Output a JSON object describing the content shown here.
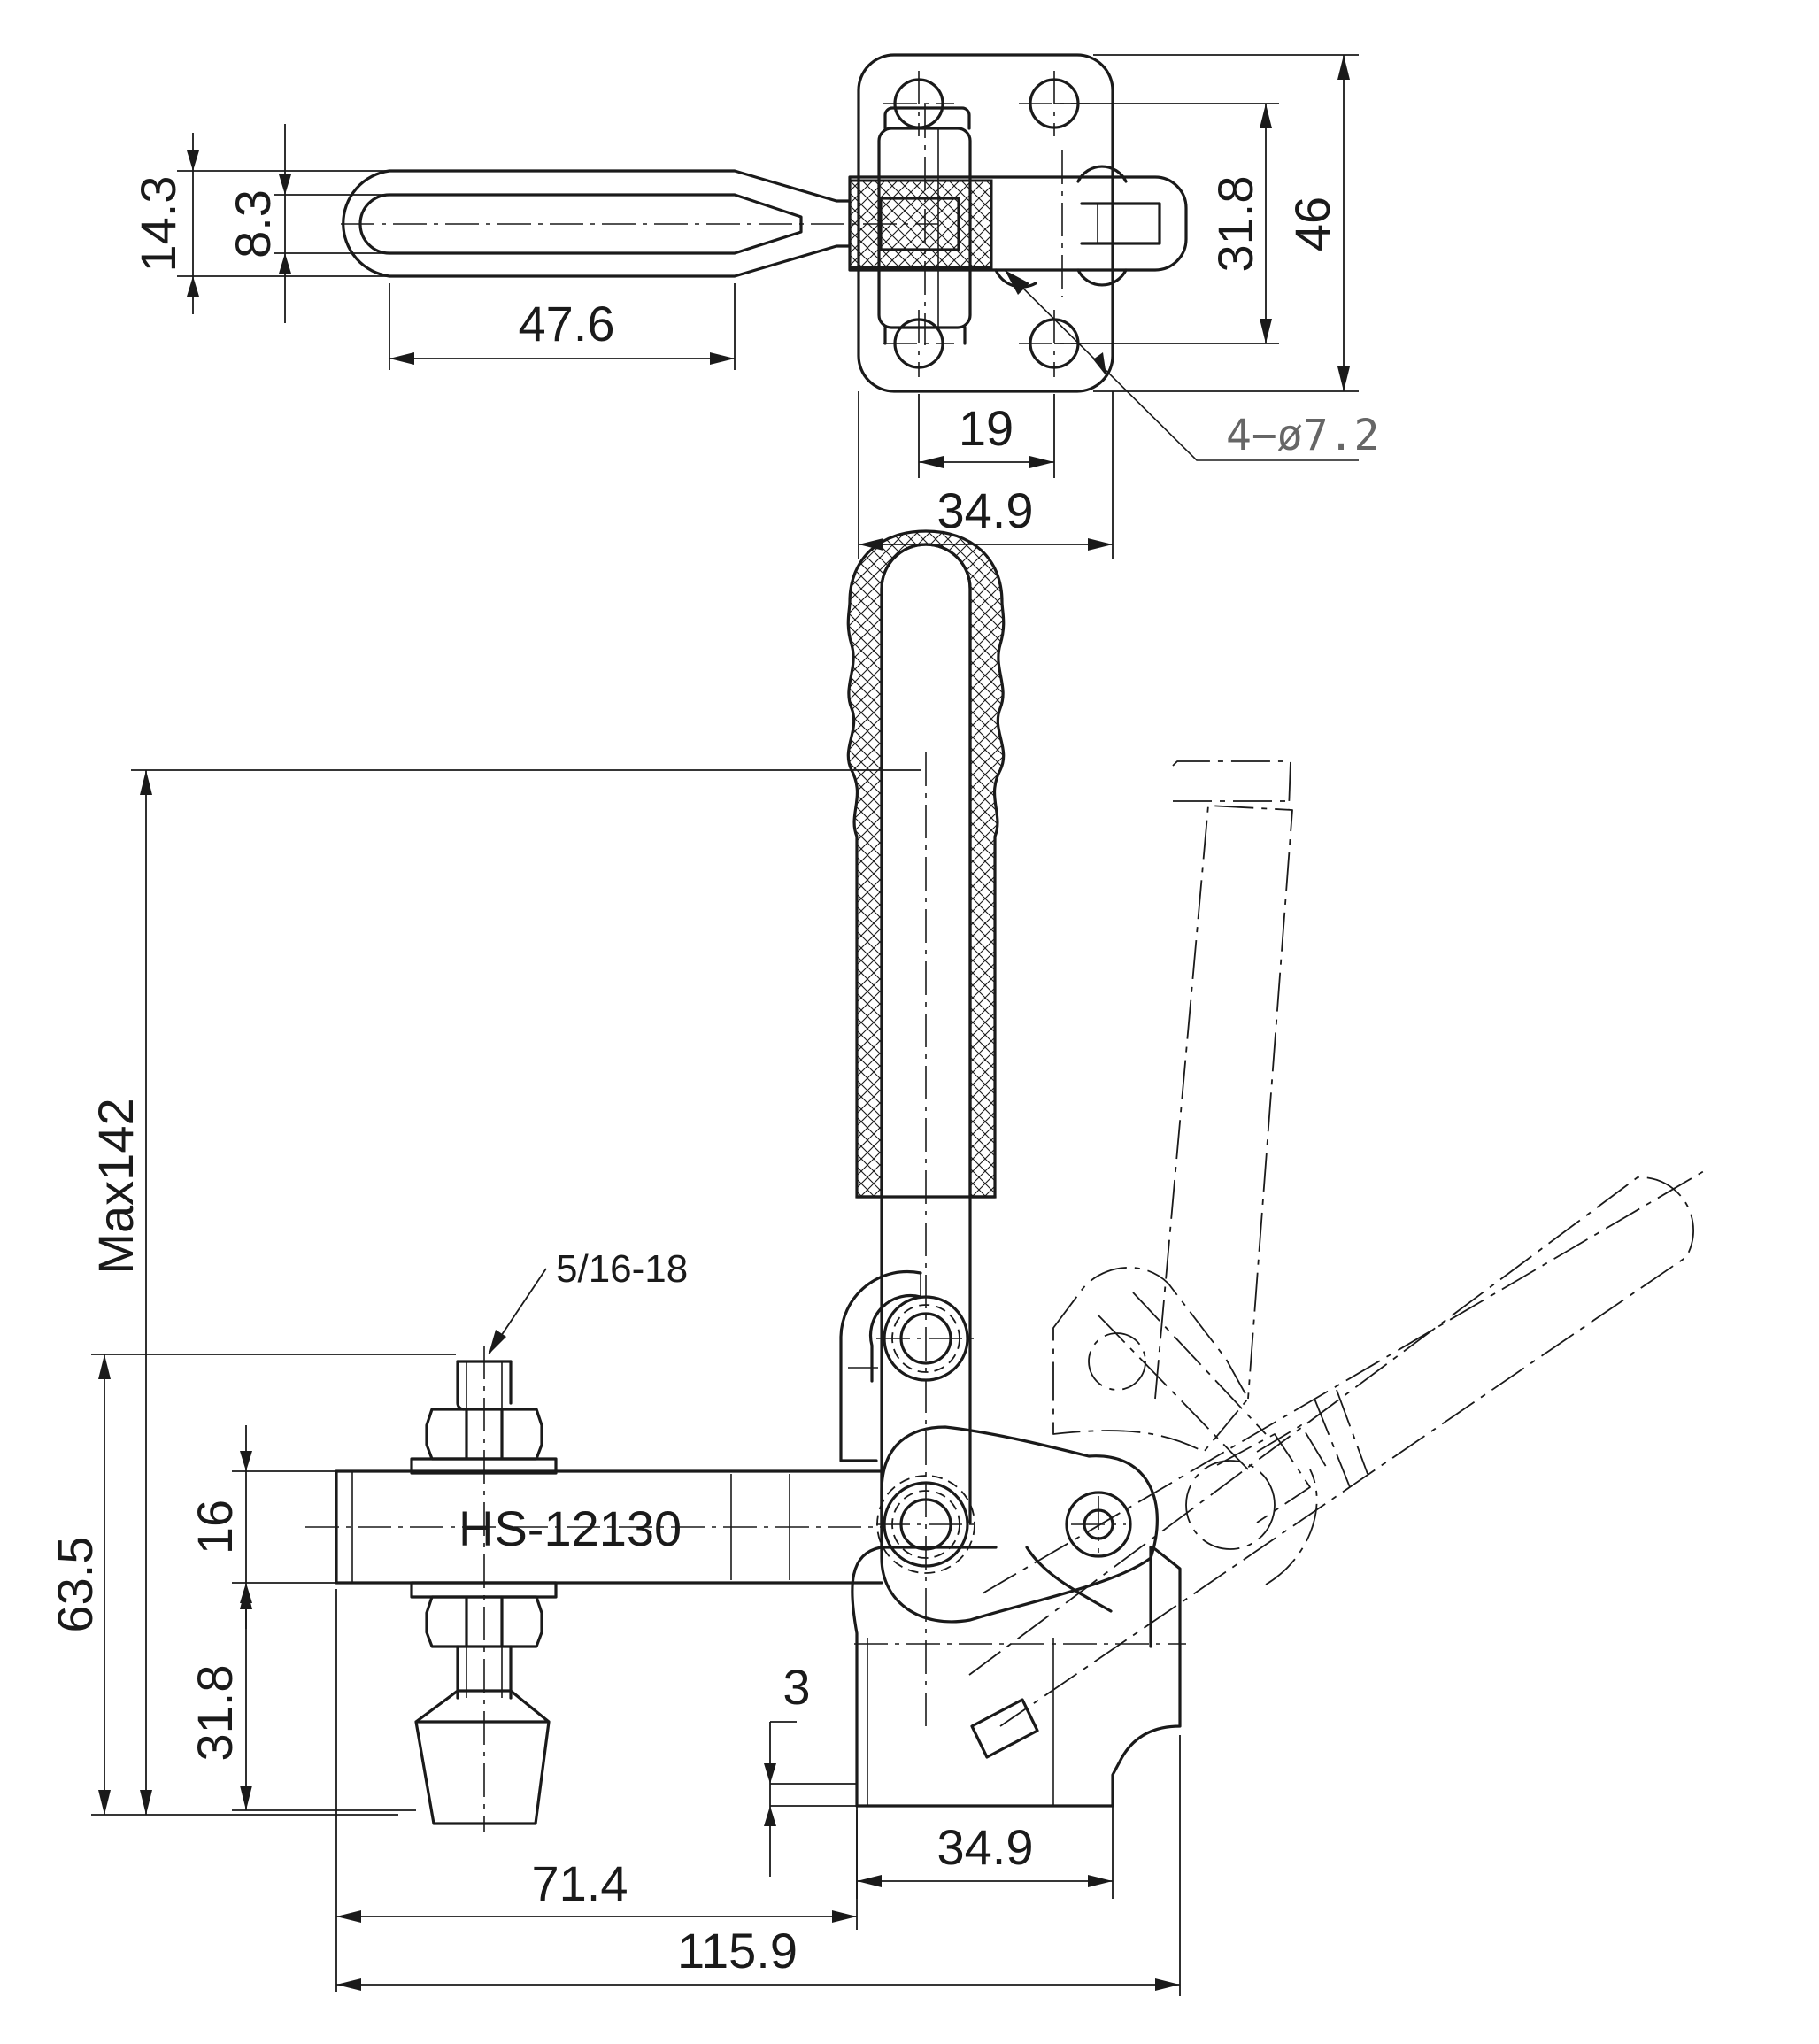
{
  "top_view": {
    "dims": {
      "d_14_3": "14.3",
      "d_8_3": "8.3",
      "d_47_6": "47.6",
      "d_31_8": "31.8",
      "d_46": "46",
      "d_19": "19",
      "d_34_9": "34.9",
      "hole_callout": "4−ø7.2"
    }
  },
  "side_view": {
    "dims": {
      "max_height": "Max142",
      "d_63_5": "63.5",
      "d_16": "16",
      "d_31_8": "31.8",
      "d_3": "3",
      "d_34_9": "34.9",
      "d_71_4": "71.4",
      "d_115_9": "115.9"
    },
    "thread": "5/16-18",
    "model": "HS-12130"
  },
  "colors": {
    "line": "#1a1a1a",
    "callout": "#666666",
    "background": "#ffffff"
  }
}
